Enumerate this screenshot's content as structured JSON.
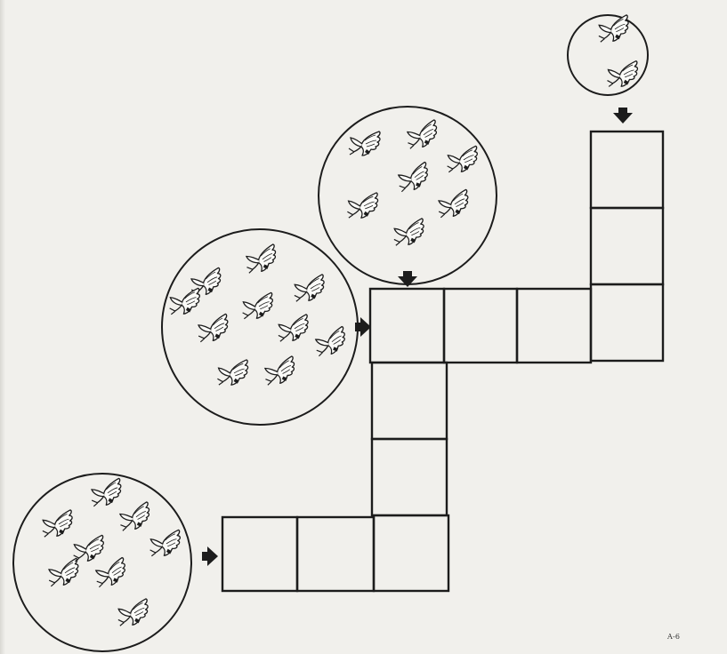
{
  "page_code": "A-6",
  "ink_color": "#1c1c1c",
  "paper_color": "#f1f0ec",
  "puzzle": {
    "type": "crossword-style counting grid",
    "groups": [
      {
        "name": "top-right",
        "bird_count": 2
      },
      {
        "name": "upper-middle",
        "bird_count": 7
      },
      {
        "name": "middle-left",
        "bird_count": 10
      },
      {
        "name": "bottom-left",
        "bird_count": 8
      }
    ]
  }
}
